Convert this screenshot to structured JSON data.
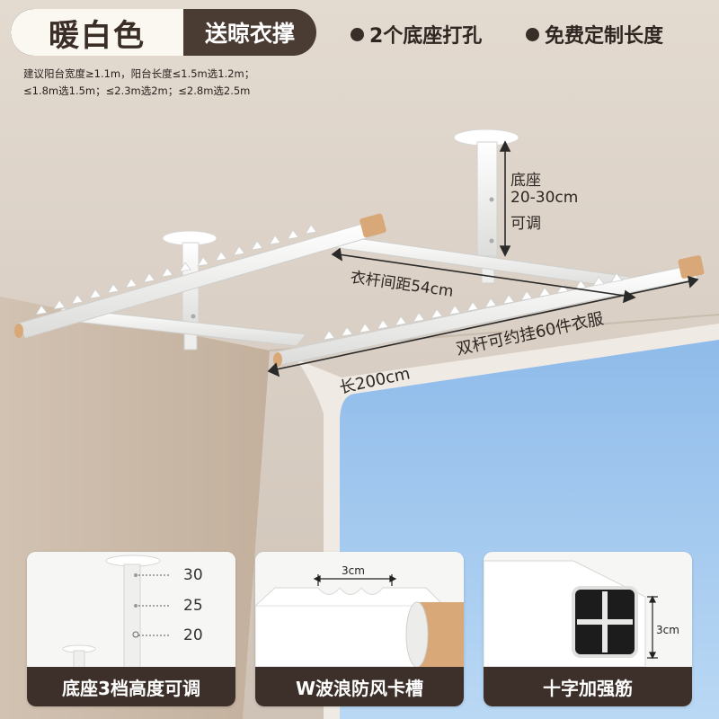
{
  "badge": {
    "color_name": "暖白色",
    "gift": "送晾衣撑"
  },
  "features": [
    "2个底座打孔",
    "免费定制长度"
  ],
  "advice": {
    "line1": "建议阳台宽度≥1.1m，阳台长度≤1.5m选1.2m；",
    "line2": "≤1.8m选1.5m；≤2.3m选2m；≤2.8m选2.5m"
  },
  "annotations": {
    "base_label_1": "底座",
    "base_label_2": "20-30cm",
    "base_label_3": "可调",
    "rod_spacing": "衣杆间距54cm",
    "capacity": "双杆可约挂60件衣服",
    "length": "长200cm"
  },
  "panels": [
    {
      "caption": "底座3档高度可调",
      "ticks": [
        "30",
        "25",
        "20"
      ]
    },
    {
      "caption": "W波浪防风卡槽",
      "measure": "3cm"
    },
    {
      "caption": "十字加强筋",
      "measure": "3cm"
    }
  ],
  "colors": {
    "brand_dark": "#3d302a",
    "cream": "#fbf8f2",
    "rod_white": "#f4f4f2",
    "cap_wood": "#d8a878",
    "sky": "#9cc5ee"
  }
}
